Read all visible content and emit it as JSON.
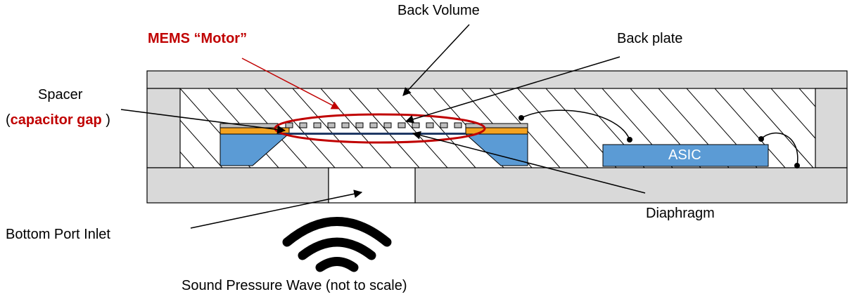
{
  "labels": {
    "back_volume": "Back Volume",
    "mems_motor": "MEMS “Motor”",
    "back_plate": "Back plate",
    "spacer": "Spacer",
    "paren_open": "(",
    "capacitor_gap": "capacitor gap",
    "paren_close": " )",
    "asic": "ASIC",
    "diaphragm": "Diaphragm",
    "bottom_port_inlet": "Bottom Port Inlet",
    "sound_wave": "Sound Pressure Wave (not to scale)"
  },
  "colors": {
    "housing": "#d9d9d9",
    "mems_blue": "#5b9bd5",
    "spacer_orange": "#f4a21f",
    "motor_highlight": "#c00000",
    "label_red": "#c00000",
    "diaphragm_dark": "#1f3864"
  },
  "icons": {
    "sound_wave": "sound-wave-icon"
  }
}
